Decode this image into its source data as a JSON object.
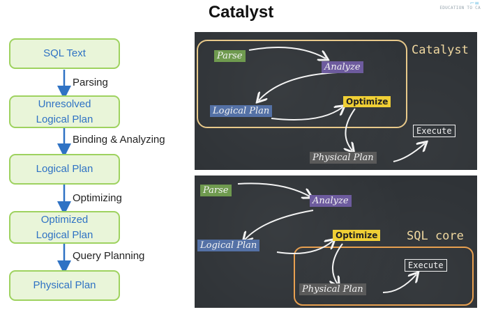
{
  "title": "Catalyst",
  "watermark": "EDUCATION TO CA",
  "flow": {
    "boxes": [
      {
        "line1": "SQL Text",
        "line2": ""
      },
      {
        "line1": "Unresolved",
        "line2": "Logical Plan"
      },
      {
        "line1": "Logical Plan",
        "line2": ""
      },
      {
        "line1": "Optimized",
        "line2": "Logical Plan"
      },
      {
        "line1": "Physical Plan",
        "line2": ""
      }
    ],
    "steps": [
      "Parsing",
      "Binding & Analyzing",
      "Optimizing",
      "Query Planning"
    ]
  },
  "board1": {
    "parse": "Parse",
    "analyze": "Analyze",
    "logical": "Logical Plan",
    "optimize": "Optimize",
    "physical": "Physical Plan",
    "execute": "Execute",
    "group": "Catalyst"
  },
  "board2": {
    "parse": "Parse",
    "analyze": "Analyze",
    "logical": "Logical Plan",
    "optimize": "Optimize",
    "physical": "Physical Plan",
    "execute": "Execute",
    "group": "SQL core"
  },
  "colors": {
    "box_fill": "#e9f5d9",
    "box_border": "#9ed25f",
    "box_text": "#2f72c4",
    "arrow": "#2f72c4",
    "chalk_group": "#f0d8a0"
  }
}
